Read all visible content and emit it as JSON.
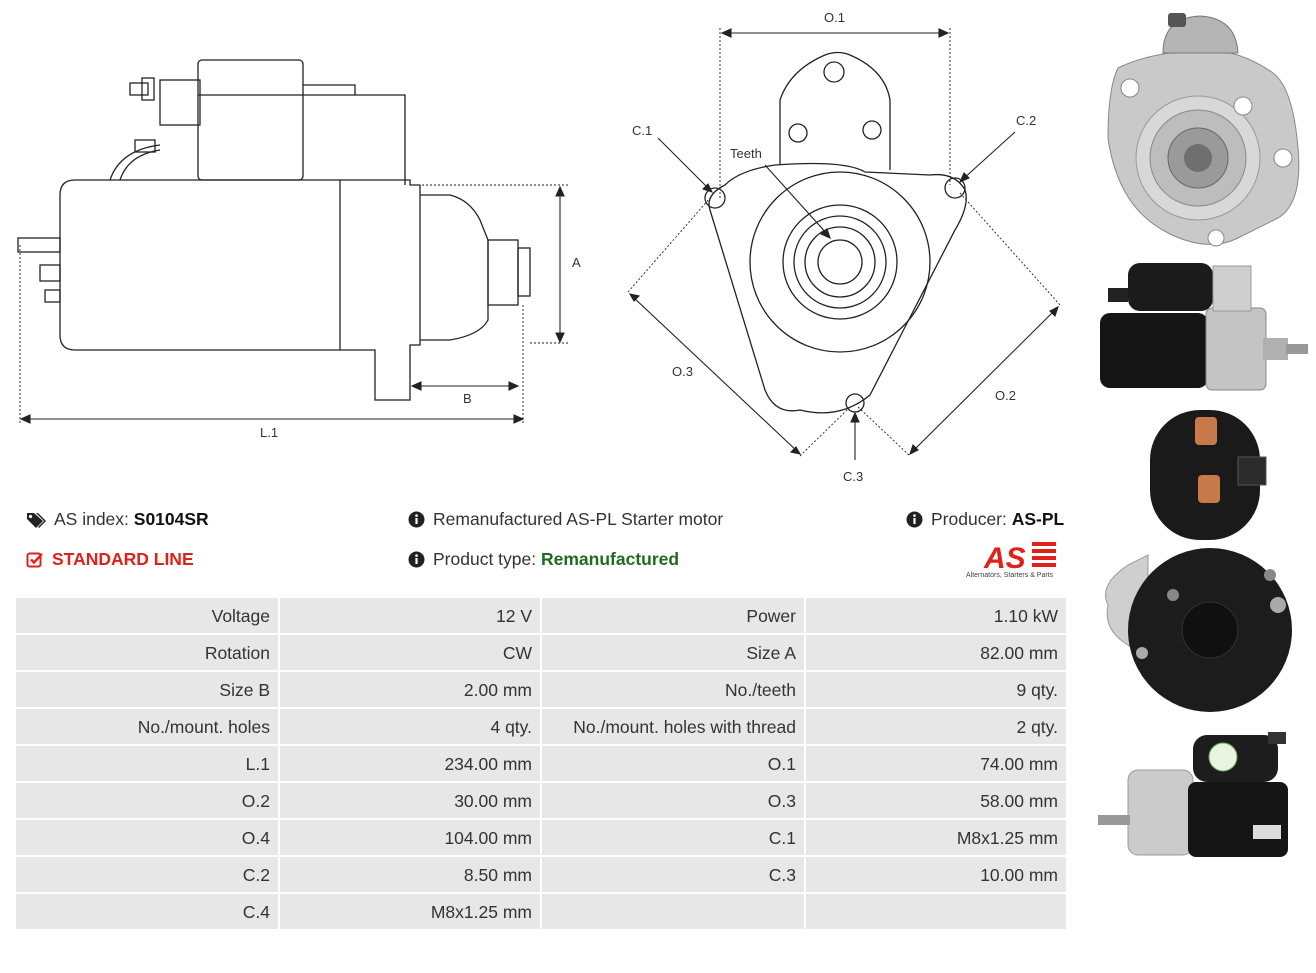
{
  "drawing_labels": {
    "a": "A",
    "b": "B",
    "l1": "L.1",
    "o1": "O.1",
    "o2": "O.2",
    "o3": "O.3",
    "c1": "C.1",
    "c2": "C.2",
    "c3": "C.3",
    "teeth": "Teeth"
  },
  "info": {
    "as_index_label": "AS index:",
    "as_index_value": "S0104SR",
    "standard_line": "STANDARD LINE",
    "description": "Remanufactured AS-PL Starter motor",
    "product_type_label": "Product type:",
    "product_type_value": "Remanufactured",
    "producer_label": "Producer:",
    "producer_value": "AS-PL"
  },
  "logo": {
    "text": "AS",
    "tagline": "Alternators, Starters & Parts",
    "color": "#e0201a"
  },
  "icons": {
    "tag": "tags-icon",
    "check": "check-square-icon",
    "info": "info-circle-icon"
  },
  "specs": [
    [
      "Voltage",
      "12 V",
      "Power",
      "1.10 kW"
    ],
    [
      "Rotation",
      "CW",
      "Size A",
      "82.00 mm"
    ],
    [
      "Size B",
      "2.00 mm",
      "No./teeth",
      "9 qty."
    ],
    [
      "No./mount. holes",
      "4 qty.",
      "No./mount. holes with thread",
      "2 qty."
    ],
    [
      "L.1",
      "234.00 mm",
      "O.1",
      "74.00 mm"
    ],
    [
      "O.2",
      "30.00 mm",
      "O.3",
      "58.00 mm"
    ],
    [
      "O.4",
      "104.00 mm",
      "C.1",
      "M8x1.25 mm"
    ],
    [
      "C.2",
      "8.50 mm",
      "C.3",
      "10.00 mm"
    ],
    [
      "C.4",
      "M8x1.25 mm",
      "",
      ""
    ]
  ]
}
